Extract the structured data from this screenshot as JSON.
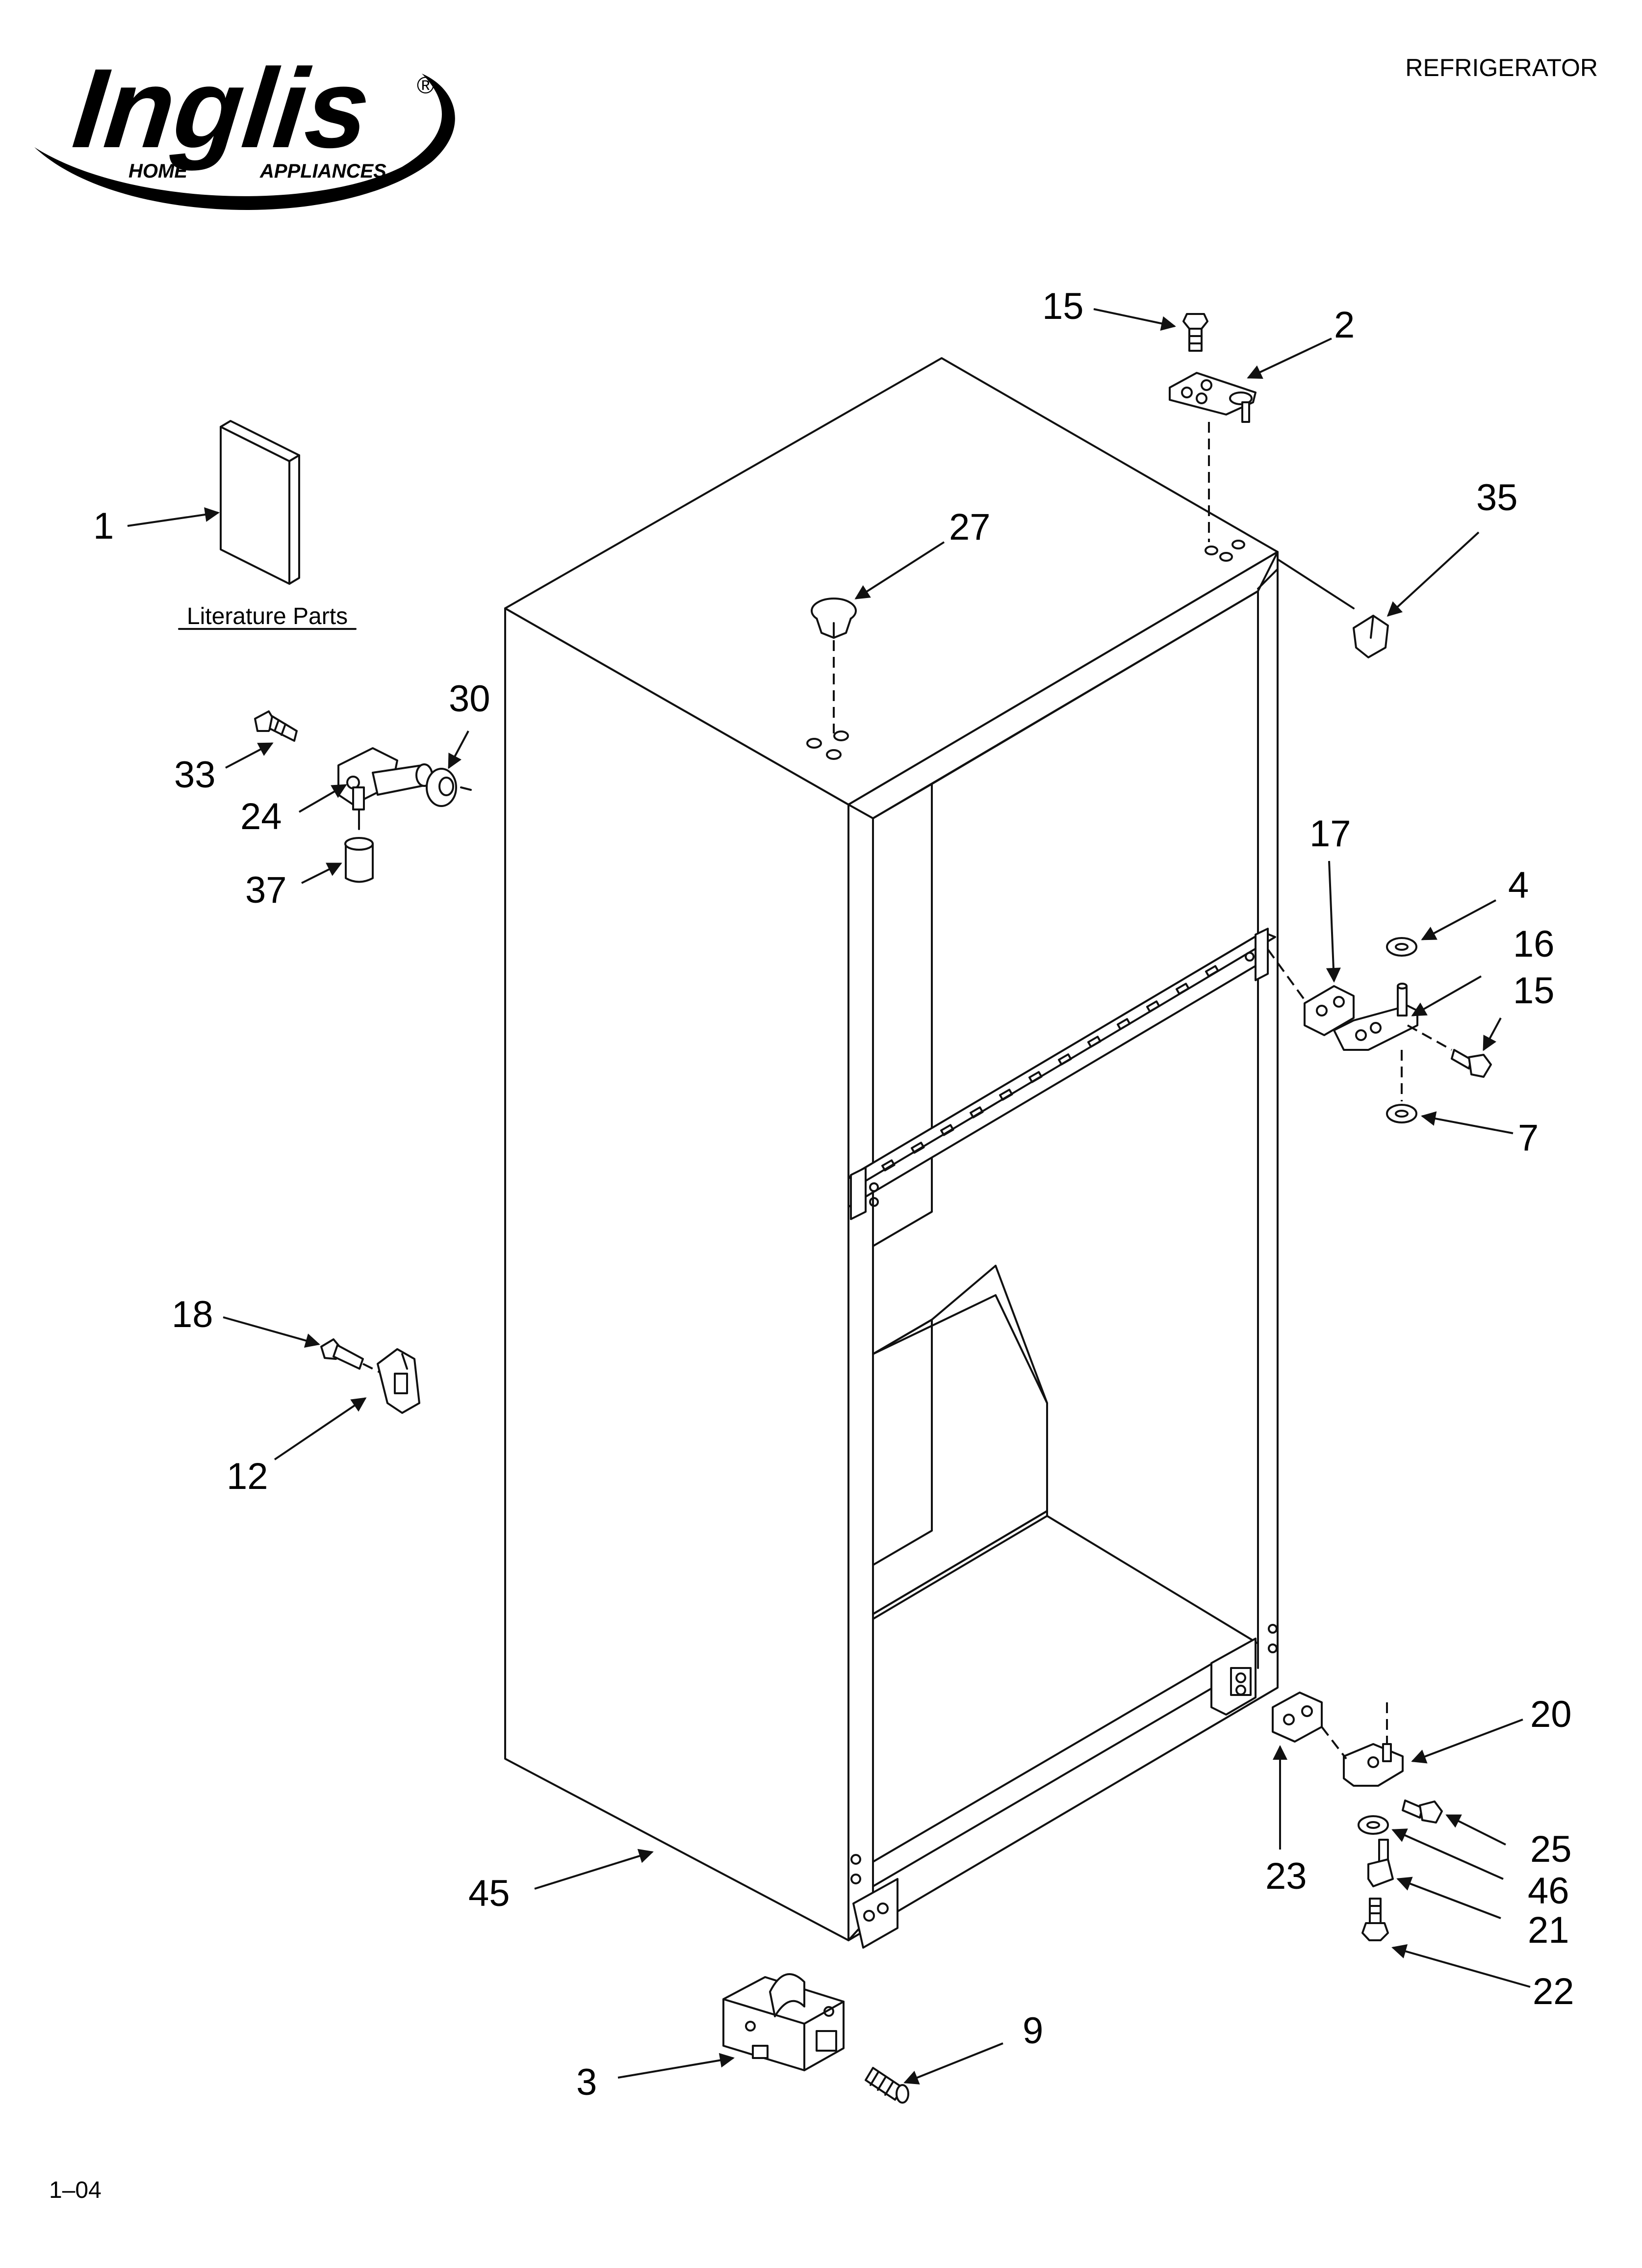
{
  "header": {
    "brand_name": "Inglis",
    "brand_tagline_left": "HOME",
    "brand_tagline_right": "APPLIANCES",
    "brand_registered": "®",
    "product_title": "REFRIGERATOR"
  },
  "literature_caption": "Literature Parts",
  "footer": {
    "revision": "1–04"
  },
  "callouts": [
    {
      "id": "c15a",
      "label": "15"
    },
    {
      "id": "c2",
      "label": "2"
    },
    {
      "id": "c35",
      "label": "35"
    },
    {
      "id": "c1",
      "label": "1"
    },
    {
      "id": "c27",
      "label": "27"
    },
    {
      "id": "c30",
      "label": "30"
    },
    {
      "id": "c33",
      "label": "33"
    },
    {
      "id": "c24",
      "label": "24"
    },
    {
      "id": "c37",
      "label": "37"
    },
    {
      "id": "c17",
      "label": "17"
    },
    {
      "id": "c4",
      "label": "4"
    },
    {
      "id": "c16",
      "label": "16"
    },
    {
      "id": "c15b",
      "label": "15"
    },
    {
      "id": "c7",
      "label": "7"
    },
    {
      "id": "c18",
      "label": "18"
    },
    {
      "id": "c12",
      "label": "12"
    },
    {
      "id": "c20",
      "label": "20"
    },
    {
      "id": "c25",
      "label": "25"
    },
    {
      "id": "c46",
      "label": "46"
    },
    {
      "id": "c21",
      "label": "21"
    },
    {
      "id": "c22",
      "label": "22"
    },
    {
      "id": "c23",
      "label": "23"
    },
    {
      "id": "c45",
      "label": "45"
    },
    {
      "id": "c9",
      "label": "9"
    },
    {
      "id": "c3",
      "label": "3"
    }
  ]
}
